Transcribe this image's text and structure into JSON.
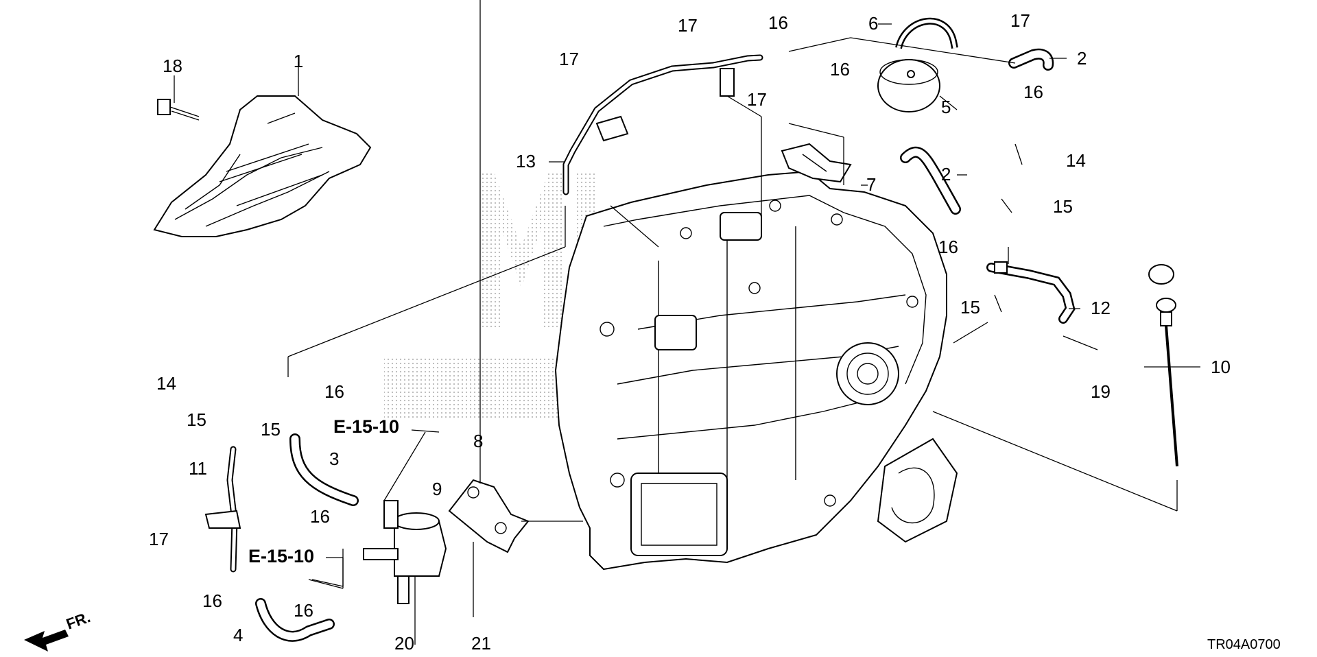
{
  "diagram": {
    "callouts": {
      "c1": "1",
      "c2a": "2",
      "c2b": "2",
      "c3": "3",
      "c4": "4",
      "c5": "5",
      "c6": "6",
      "c7": "7",
      "c8": "8",
      "c9": "9",
      "c10": "10",
      "c11": "11",
      "c12": "12",
      "c13": "13",
      "c14a": "14",
      "c14b": "14",
      "c15a": "15",
      "c15b": "15",
      "c15c": "15",
      "c15d": "15",
      "c16a": "16",
      "c16b": "16",
      "c16c": "16",
      "c16d": "16",
      "c16e": "16",
      "c16f": "16",
      "c16g": "16",
      "c16h": "16",
      "c17a": "17",
      "c17b": "17",
      "c17c": "17",
      "c17d": "17",
      "c17e": "17",
      "c18": "18",
      "c19": "19",
      "c20": "20",
      "c21": "21"
    },
    "references": {
      "ref1": "E-15-10",
      "ref2": "E-15-10"
    },
    "direction_label": "FR.",
    "diagram_code": "TR04A0700",
    "watermark_text": "HONDA"
  }
}
